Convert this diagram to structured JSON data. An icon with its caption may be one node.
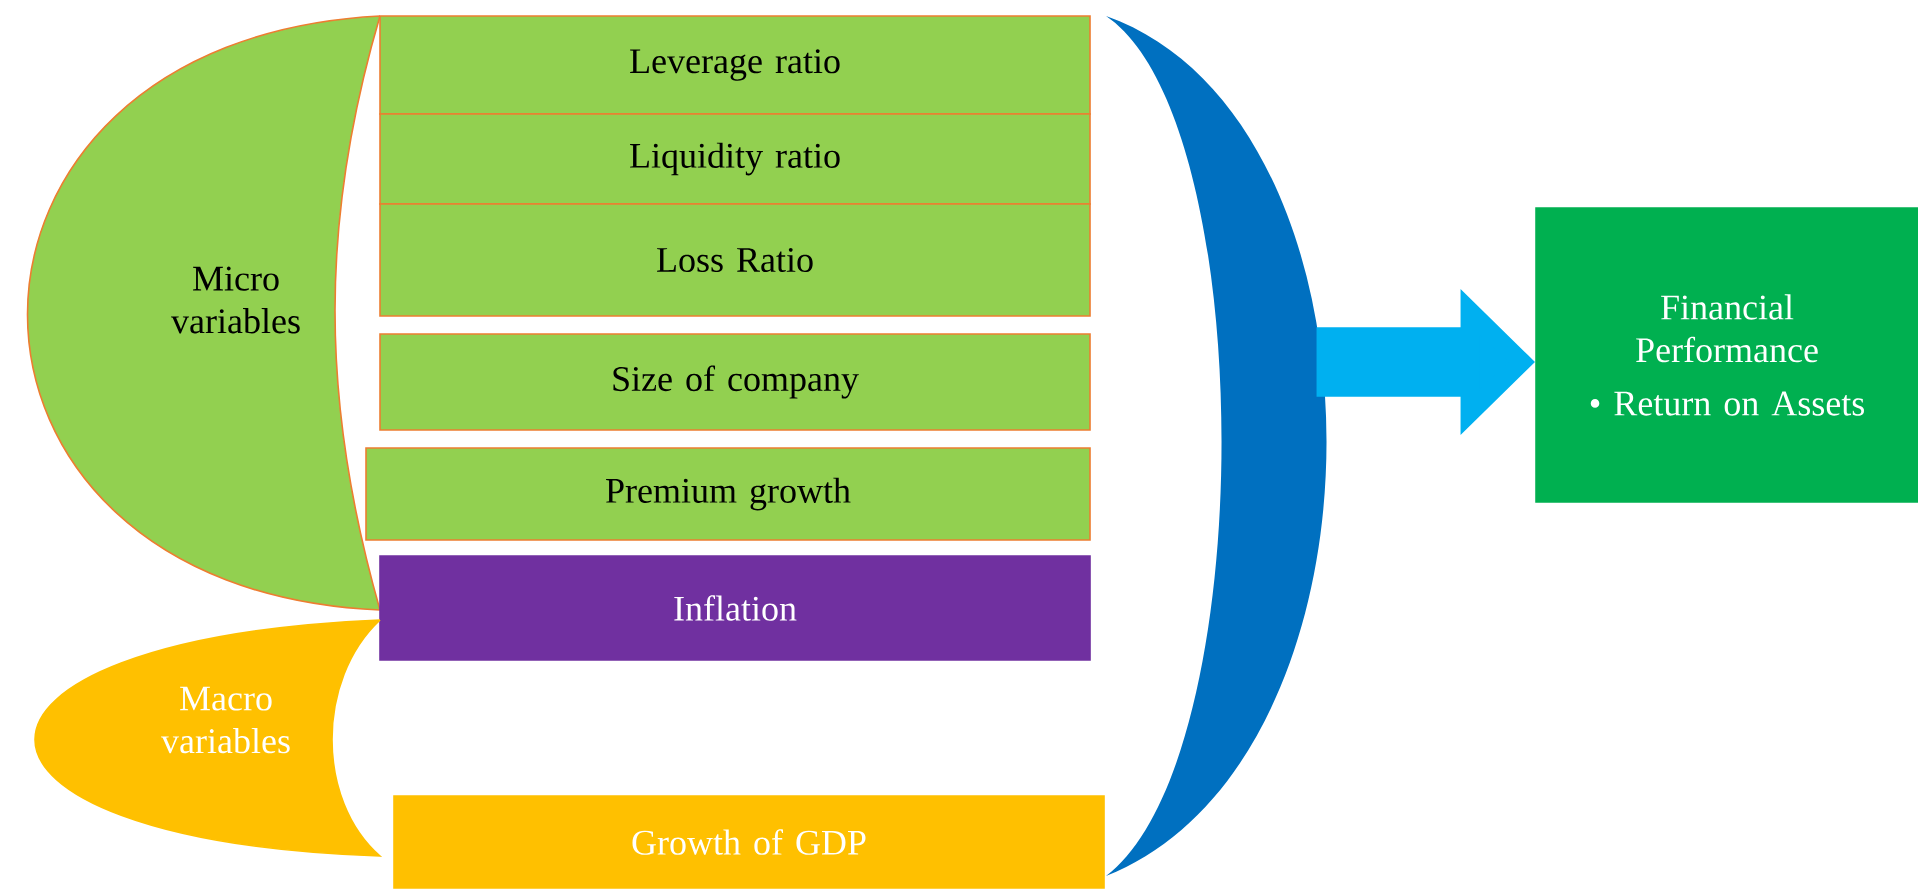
{
  "diagram": {
    "nodes": [
      {
        "text": [
          "Micro variables"
        ]
      },
      {
        "text": [
          "Leverage ratio"
        ]
      },
      {
        "text": [
          "Liquidity ratio"
        ]
      },
      {
        "text": [
          "Loss Ratio"
        ]
      },
      {
        "text": [
          "Size of company"
        ]
      },
      {
        "text": [
          "Premium growth"
        ]
      },
      {
        "text": [
          "Inflation"
        ]
      },
      {
        "text": [
          "Macro variables"
        ]
      },
      {
        "text": [
          "Growth of GDP"
        ]
      },
      {
        "text": [],
        "shape": "bracket"
      },
      {
        "text": [
          "Financial Performance",
          "• Return on Assets"
        ]
      }
    ],
    "edges": [
      {
        "from": 9,
        "to": 10,
        "arrow": "to"
      }
    ]
  }
}
